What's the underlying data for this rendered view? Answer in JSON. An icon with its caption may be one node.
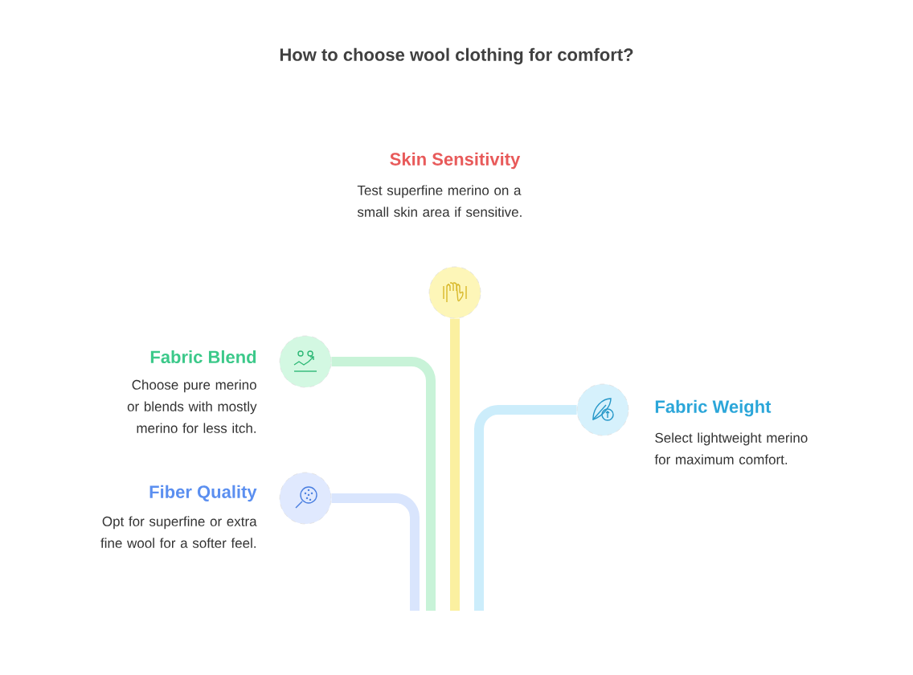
{
  "diagram": {
    "title": "How to choose wool clothing for comfort?",
    "nodes": [
      {
        "text": [
          "Skin Sensitivity",
          "Test superfine merino on a small skin area if sensitive."
        ]
      },
      {
        "text": [
          "Fabric Blend",
          "Choose pure merino or blends with mostly merino for less itch."
        ]
      },
      {
        "text": [
          "Fabric Weight",
          "Select lightweight merino for maximum comfort."
        ]
      },
      {
        "text": [
          "Fiber Quality",
          "Opt for superfine or extra fine wool for a softer feel."
        ]
      }
    ],
    "edges": [
      {
        "from": null,
        "to": 0,
        "arrow": "none",
        "color": "#fbf0a0"
      },
      {
        "from": null,
        "to": 1,
        "arrow": "none",
        "color": "#c8f3d8"
      },
      {
        "from": null,
        "to": 2,
        "arrow": "none",
        "color": "#ccedfb"
      },
      {
        "from": null,
        "to": 3,
        "arrow": "none",
        "color": "#d9e5fd"
      }
    ]
  }
}
